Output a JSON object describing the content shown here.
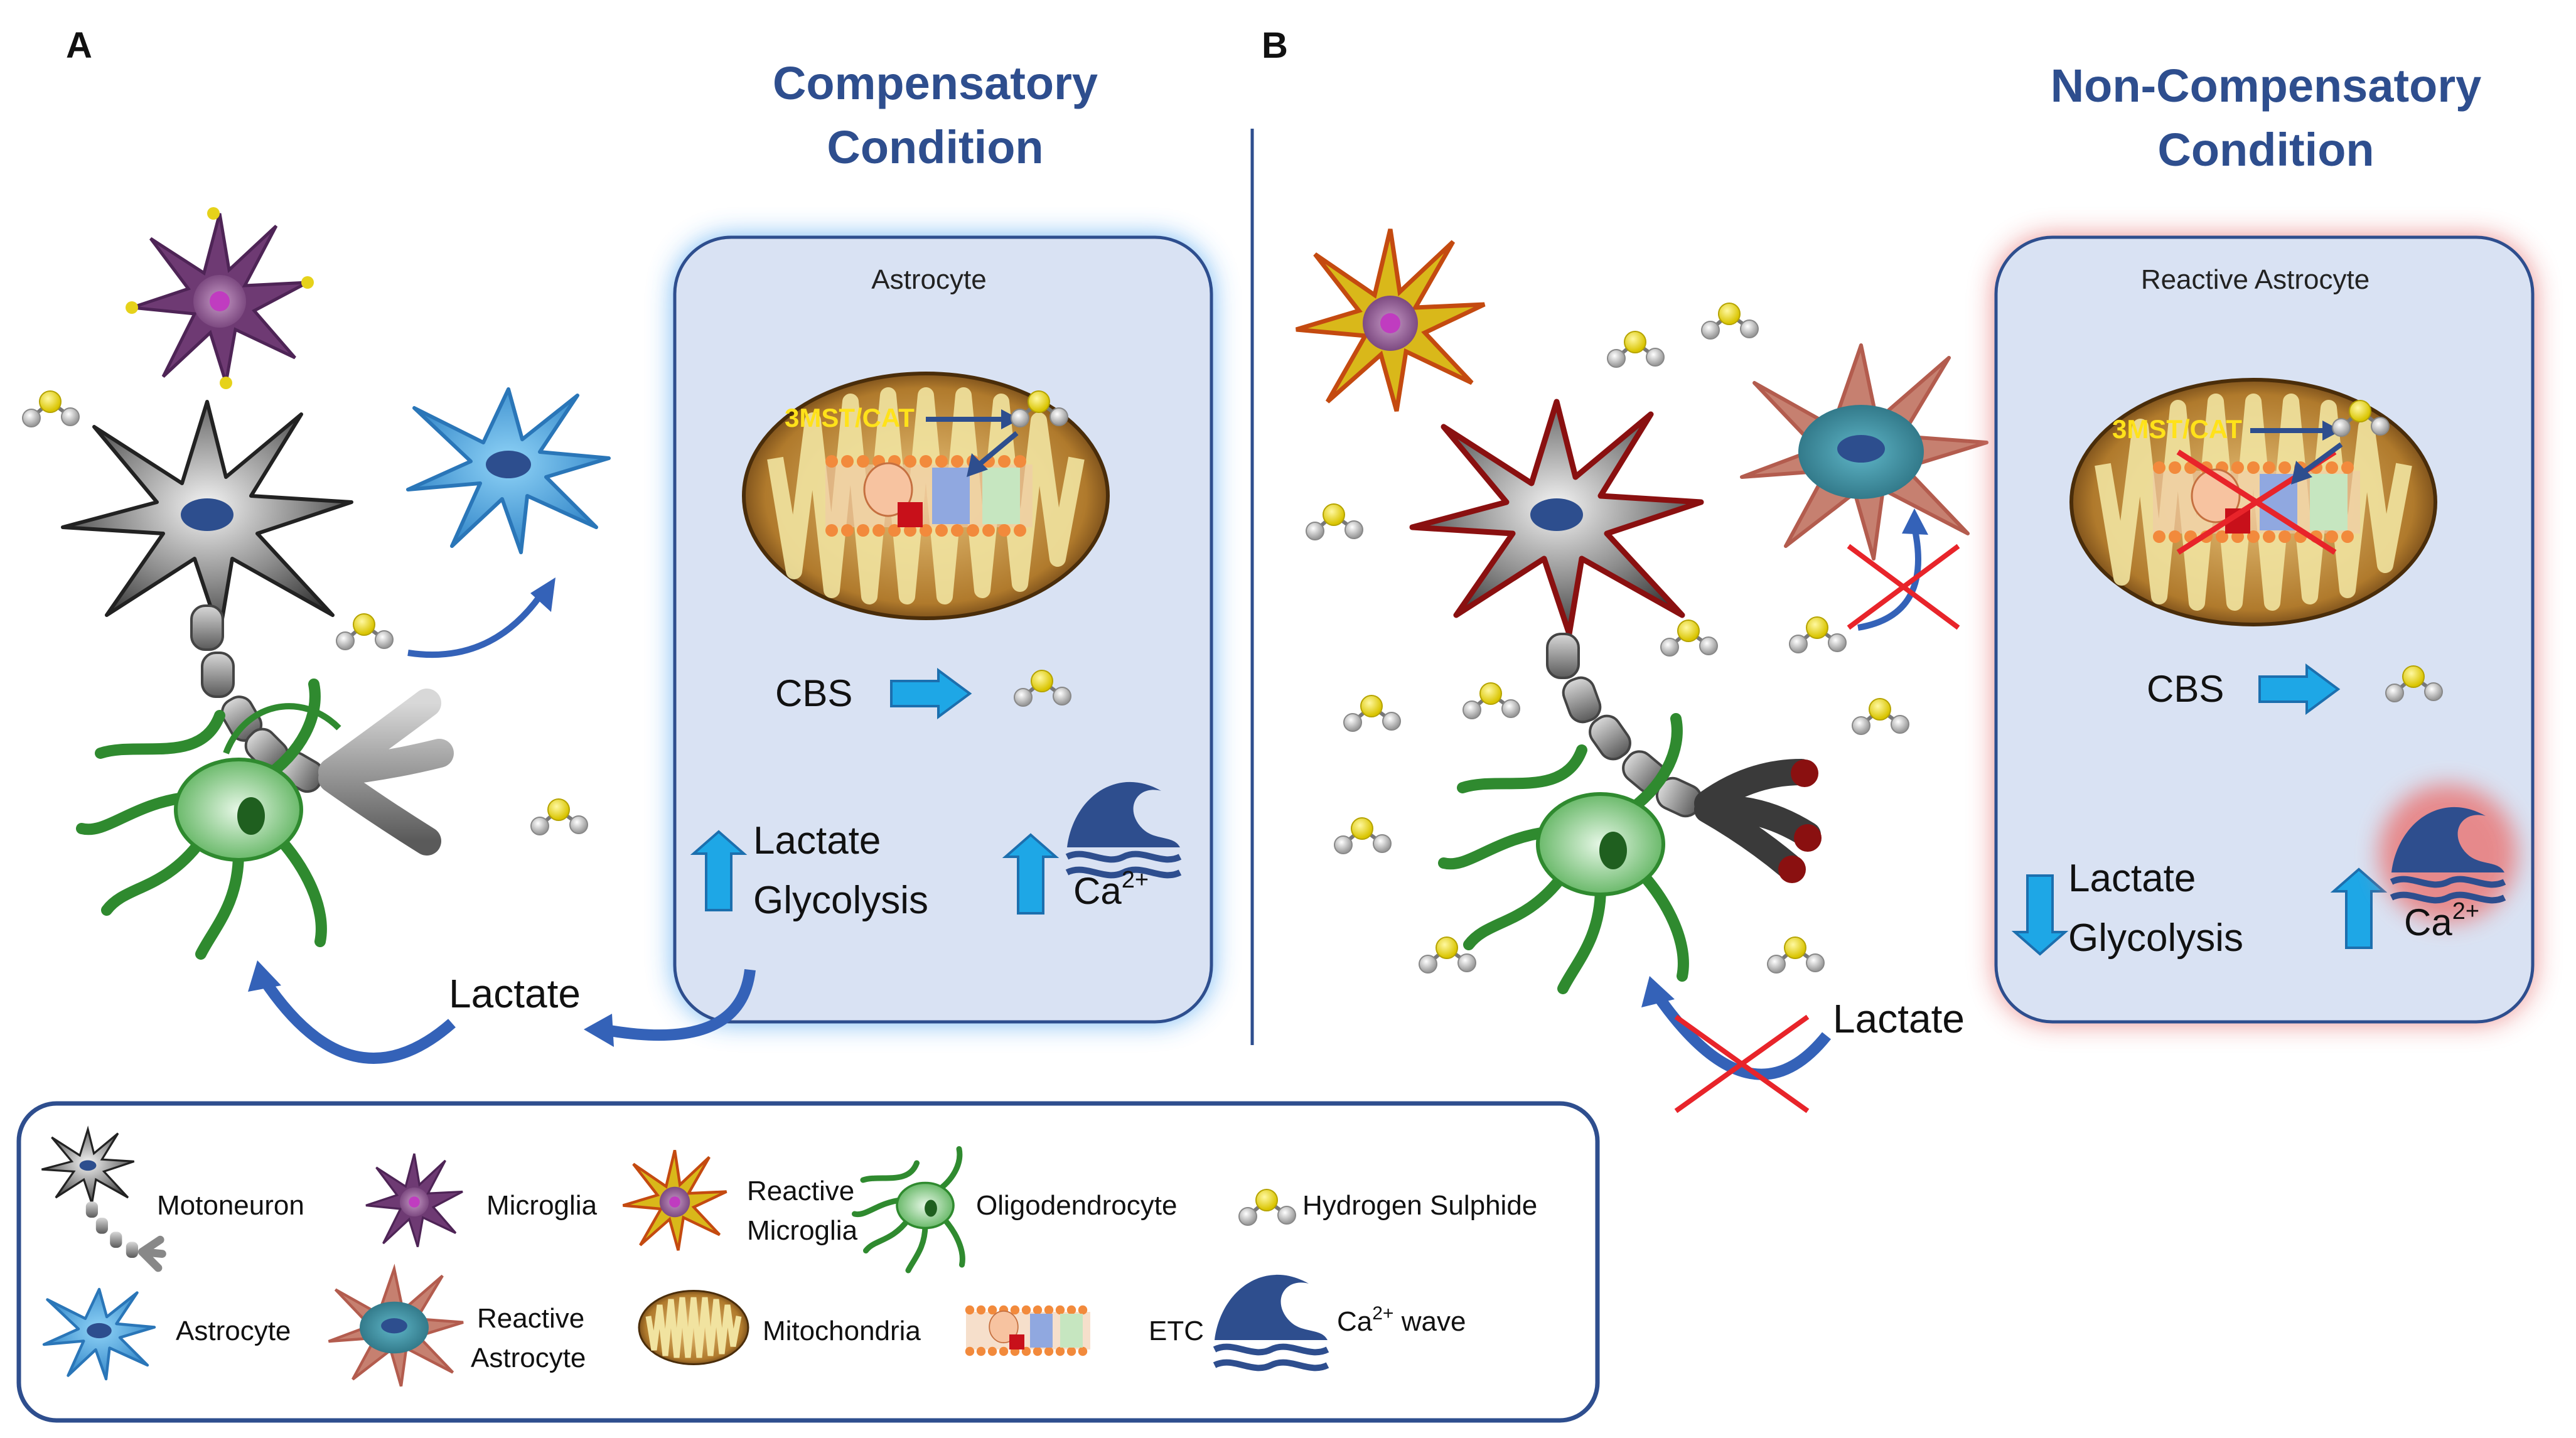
{
  "panels": {
    "a": {
      "letter": "A",
      "title_line1": "Compensatory",
      "title_line2": "Condition",
      "cell_label": "Astrocyte",
      "enzyme_label": "3MST/CAT",
      "cbs_label": "CBS",
      "lactate_line1": "Lactate",
      "lactate_line2": "Glycolysis",
      "calcium_label": "Ca",
      "calcium_sup": "2+",
      "lactate_transfer": "Lactate"
    },
    "b": {
      "letter": "B",
      "title_line1": "Non-Compensatory",
      "title_line2": "Condition",
      "cell_label": "Reactive Astrocyte",
      "enzyme_label": "3MST/CAT",
      "cbs_label": "CBS",
      "lactate_line1": "Lactate",
      "lactate_line2": "Glycolysis",
      "calcium_label": "Ca",
      "calcium_sup": "2+",
      "lactate_transfer": "Lactate"
    }
  },
  "legend": {
    "motoneuron": "Motoneuron",
    "microglia": "Microglia",
    "reactive_microglia_1": "Reactive",
    "reactive_microglia_2": "Microglia",
    "oligodendrocyte": "Oligodendrocyte",
    "hydrogen_sulphide": "Hydrogen Sulphide",
    "astrocyte": "Astrocyte",
    "reactive_astrocyte_1": "Reactive",
    "reactive_astrocyte_2": "Astrocyte",
    "mitochondria": "Mitochondria",
    "etc": "ETC",
    "ca_wave_main": "Ca",
    "ca_wave_sup": "2+",
    "ca_wave_word": " wave"
  },
  "colors": {
    "title_blue": "#2e4e8e",
    "arrow_blue": "#3462b8",
    "cyan_arrow": "#1ea7e6",
    "box_fill": "#d9e2f3",
    "glow_blue": "#5aaaf2",
    "glow_red": "#e88080",
    "cross_red": "#e8242a",
    "enzyme_yellow": "#ffe21a"
  }
}
